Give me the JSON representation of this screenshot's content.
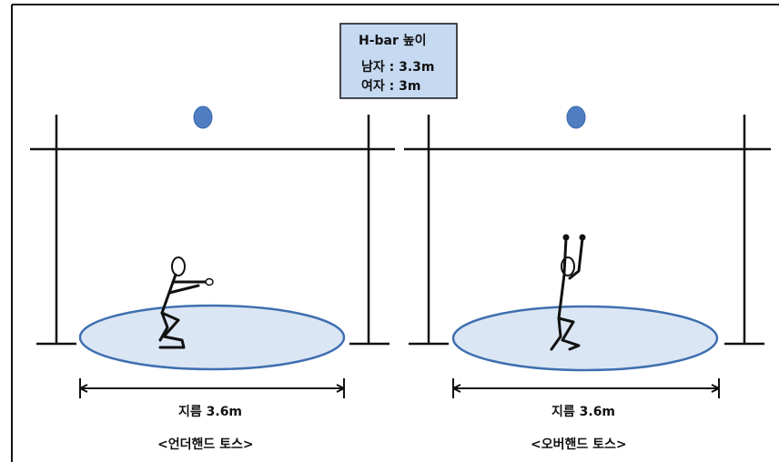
{
  "info_box": {
    "title": "H-bar 높이",
    "men_height": "남자 : 3.3m",
    "women_height": "여자 : 3m"
  },
  "left_panel": {
    "diameter_label": "지름 3.6m",
    "caption": "<언더핸드 토스>"
  },
  "right_panel": {
    "diameter_label": "지름 3.6m",
    "caption": "<오버핸드 토스>"
  },
  "colors": {
    "ball": "#4f7ec2",
    "ellipse_fill": "#dbe6f4",
    "ellipse_stroke": "#3f6fb0",
    "box_fill": "#c5d9f1",
    "line": "#111111"
  }
}
